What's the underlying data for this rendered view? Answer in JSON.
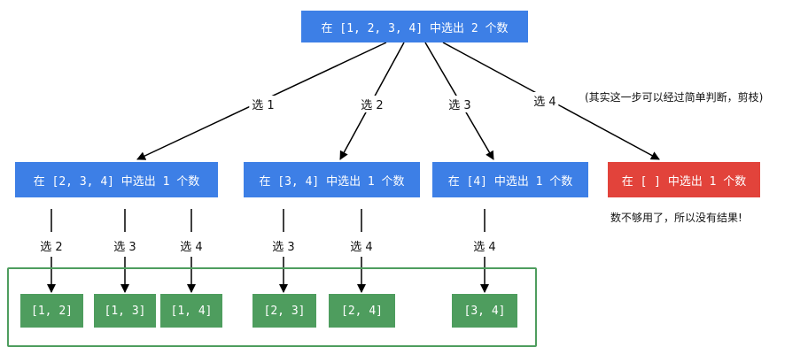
{
  "root": {
    "label": "在 [1, 2, 3, 4] 中选出 2 个数"
  },
  "level1": [
    {
      "label": "在 [2, 3, 4] 中选出 1 个数",
      "edge": "选 1"
    },
    {
      "label": "在 [3, 4] 中选出 1 个数",
      "edge": "选 2"
    },
    {
      "label": "在 [4] 中选出 1 个数",
      "edge": "选 3"
    },
    {
      "label": "在 [ ] 中选出 1 个数",
      "edge": "选 4"
    }
  ],
  "notes": {
    "prune": "(其实这一步可以经过简单判断，剪枝)",
    "no_result": "数不够用了，所以没有结果!"
  },
  "edges2": [
    "选 2",
    "选 3",
    "选 4",
    "选 3",
    "选 4",
    "选 4"
  ],
  "results": [
    "[1, 2]",
    "[1, 3]",
    "[1, 4]",
    "[2, 3]",
    "[2, 4]",
    "[3, 4]"
  ],
  "colors": {
    "blue": "#3d7fe6",
    "red": "#e2433b",
    "green": "#4e9d5e"
  }
}
